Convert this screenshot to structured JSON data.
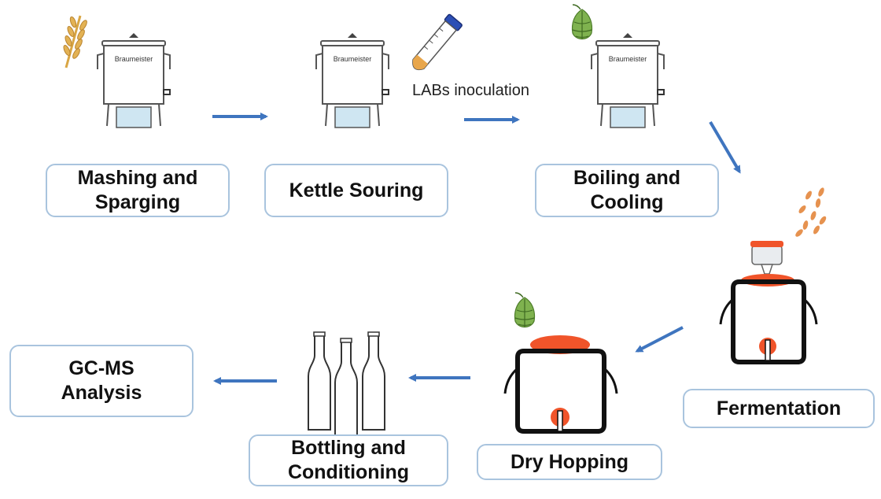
{
  "annotations": {
    "labs_inoculation": "LABs inoculation"
  },
  "kettle_brand": "Braumeister",
  "steps": [
    {
      "id": "mashing",
      "label": "Mashing and\nSparging"
    },
    {
      "id": "kettle-souring",
      "label": "Kettle Souring"
    },
    {
      "id": "boiling",
      "label": "Boiling and\nCooling"
    },
    {
      "id": "fermentation",
      "label": "Fermentation"
    },
    {
      "id": "dry-hopping",
      "label": "Dry Hopping"
    },
    {
      "id": "bottling",
      "label": "Bottling and\nConditioning"
    },
    {
      "id": "gcms",
      "label": "GC-MS\nAnalysis"
    }
  ],
  "colors": {
    "arrow": "#3f75bf",
    "box_border": "#a9c4de",
    "lid_orange": "#f0542a",
    "heater_blue": "#cfe6f2",
    "wheat": "#d9a644",
    "hop_green": "#7fb24f",
    "yeast": "#e6924f",
    "tube_cap": "#2c4fb5",
    "tube_liquid": "#e8a64b"
  },
  "icons": [
    "wheat-icon",
    "test-tube-icon",
    "hop-icon",
    "yeast-icon",
    "kettle-icon",
    "fermenter-icon",
    "bottle-icon"
  ]
}
